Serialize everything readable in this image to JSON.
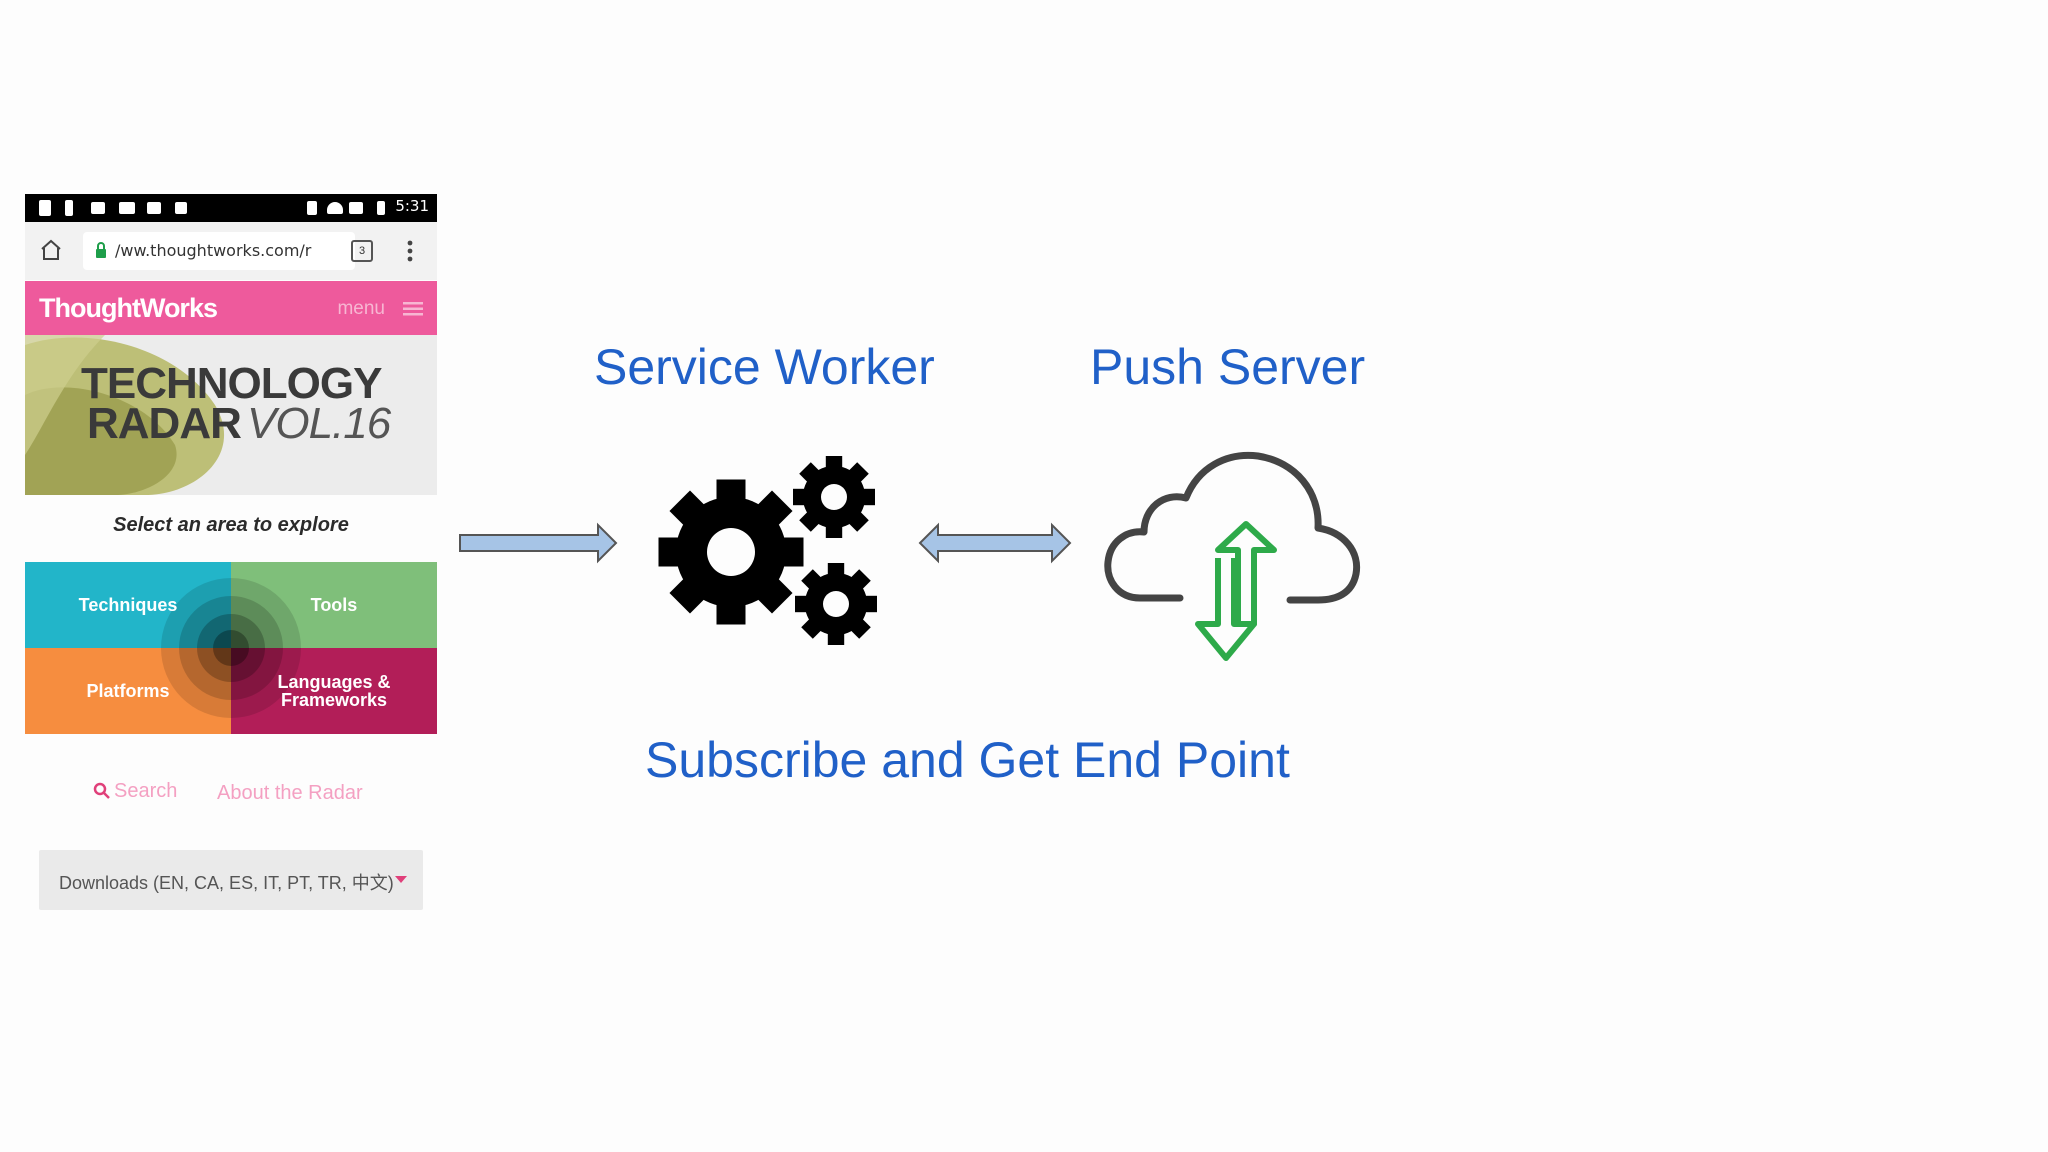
{
  "phone": {
    "status_time": "5:31",
    "url": "/ww.thoughtworks.com/r",
    "tab_count": "3",
    "brand": "ThoughtWorks",
    "menu_label": "menu",
    "radar_title_line1": "TECHNOLOGY",
    "radar_title_line2": "RADAR",
    "radar_volume": "VOL.16",
    "select_prompt": "Select an area to explore",
    "quadrants": {
      "techniques": "Techniques",
      "tools": "Tools",
      "platforms": "Platforms",
      "languages": "Languages & Frameworks"
    },
    "search_label": "Search",
    "about_label": "About the Radar",
    "downloads_label": "Downloads (EN, CA, ES, IT, PT, TR, 中文)",
    "colors": {
      "header_pink": "#ee5a9c",
      "techniques": "#22b5c9",
      "tools": "#7fbf7a",
      "platforms": "#f68d3f",
      "languages": "#b21e58"
    }
  },
  "diagram": {
    "service_worker_label": "Service Worker",
    "push_server_label": "Push Server",
    "subscribe_label": "Subscribe and Get End Point",
    "label_color": "#2060c8",
    "arrow_fill": "#a6c4e6",
    "cloud_arrow_color": "#2eaa4a",
    "icons": [
      "gears-icon",
      "cloud-sync-icon"
    ]
  }
}
